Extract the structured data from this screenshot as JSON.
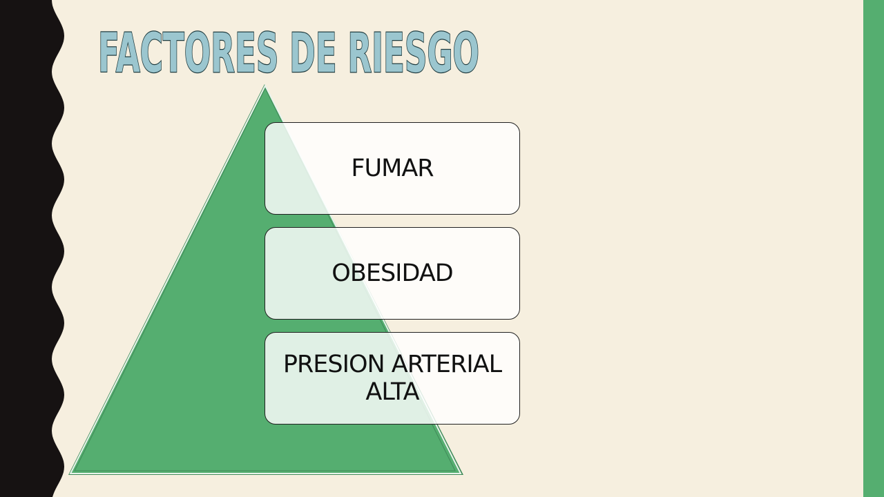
{
  "slide": {
    "title": "FACTORES DE RIESGO"
  },
  "diagram": {
    "type": "pyramid-list",
    "levels": [
      {
        "label": "FUMAR"
      },
      {
        "label": "OBESIDAD"
      },
      {
        "label": "PRESION ARTERIAL ALTA"
      }
    ]
  },
  "colors": {
    "background": "#f6efdf",
    "accent_green": "#55ae70",
    "left_band": "#161212",
    "title_fill": "#9bc6cf",
    "title_outline": "#1f3b3f"
  }
}
